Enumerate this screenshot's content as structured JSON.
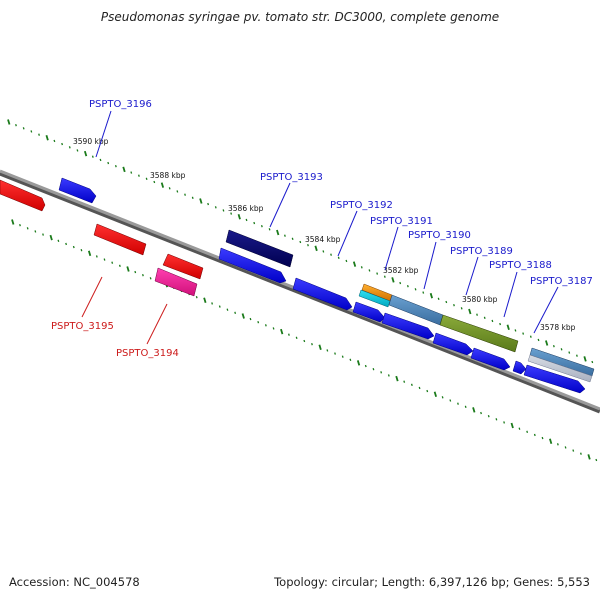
{
  "title": "Pseudomonas syringae pv. tomato str. DC3000, complete genome",
  "footer": {
    "accession": "Accession: NC_004578",
    "summary": "Topology: circular; Length: 6,397,126 bp; Genes: 5,553"
  },
  "colors": {
    "backbone": "#808080",
    "ticks": "#1a7a1a",
    "forward_label": "#1a1acc",
    "reverse_label": "#cc1a1a"
  },
  "kbp_labels": [
    "3590 kbp",
    "3588 kbp",
    "3586 kbp",
    "3584 kbp",
    "3582 kbp",
    "3580 kbp",
    "3578 kbp"
  ],
  "forward_genes": [
    "PSPTO_3196",
    "PSPTO_3193",
    "PSPTO_3192",
    "PSPTO_3191",
    "PSPTO_3190",
    "PSPTO_3189",
    "PSPTO_3188",
    "PSPTO_3187"
  ],
  "reverse_genes": [
    "PSPTO_3195",
    "PSPTO_3194"
  ]
}
